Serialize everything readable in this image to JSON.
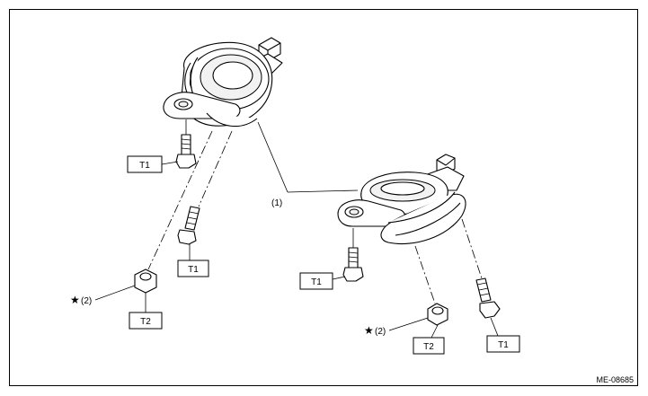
{
  "figure_code": "ME-08685",
  "callouts": {
    "part1": "(1)",
    "part2": "(2)",
    "star": "★"
  },
  "torque_tags": {
    "t1": "T1",
    "t2": "T2"
  },
  "colors": {
    "line": "#000000",
    "background": "#ffffff"
  }
}
